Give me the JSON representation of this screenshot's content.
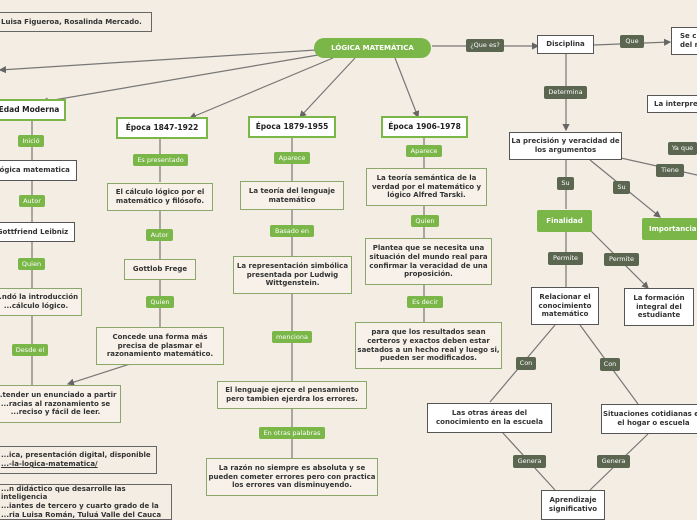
{
  "nodes": {
    "authors": "Luisa Figueroa, Rosalinda Mercado.",
    "root": "LÓGICA MATEMÁTICA",
    "que_es": "¿Que es?",
    "disciplina": "Disciplina",
    "que": "Que",
    "se_cut": "Se c... del r...",
    "determina": "Determina",
    "la_interpre": "La interpre...",
    "precision": "La precisión y veracidad de los argumentos",
    "ya_que": "Ya que",
    "tiene": "Tiene",
    "su1": "Su",
    "su2": "Su",
    "finalidad": "Finalidad",
    "importancia": "Importancia",
    "permite1": "Permite",
    "permite2": "Permite",
    "relacionar": "Relacionar el conocimiento matemático",
    "formacion": "La formación integral del estudiante",
    "con1": "Con",
    "con2": "Con",
    "otras_areas": "Las otras áreas del conocimiento en la escuela",
    "situaciones": "Situaciones cotidianas en el hogar o escuela",
    "genera1": "Genera",
    "genera2": "Genera",
    "aprendizaje": "Aprendizaje significativo",
    "edad_moderna": "Edad Moderna",
    "inicio": "Inició",
    "logica_mat": "lógica matematica",
    "autor1": "Autor",
    "leibniz": "Gottfriend Leibniz",
    "quien1": "Quien",
    "introduccion": "...ndó la introducción ...cálculo lógico.",
    "desde": "Desde el",
    "entender": "...tender un enunciado a partir ...racias al razonamiento se ...reciso y fácil de leer.",
    "epoca1": "Época 1847-1922",
    "es_presentado": "Es presentado",
    "calculo": "El cálculo lógico por el matemático y filósofo.",
    "autor2": "Autor",
    "frege": "Gottlob Frege",
    "quien2": "Quien",
    "concede": "Concede una forma más precisa de plasmar el razonamiento matemático.",
    "epoca2": "Época 1879-1955",
    "aparece1": "Aparece",
    "teoria": "La teoría del lenguaje matemático",
    "basado": "Basado en",
    "representacion": "La representación simbólica presentada por Ludwig Wittgenstein.",
    "menciona": "menciona",
    "lenguaje": "El lenguaje ejerce el pensamiento pero tambien ejerdra los errores.",
    "en_otras": "En otras palabras",
    "razon": "La razón no siempre es absoluta y se pueden cometer errores pero con practica los errores van disminuyendo.",
    "epoca3": "Época 1906-1978",
    "aparece2": "Aparece",
    "semantica": "La teoría semántica de la verdad por el matemático y lógico Alfred Tarski.",
    "quien3": "Quien",
    "plantea": "Plantea que se necesita una situación del mundo real para confirmar la veracidad de una proposición.",
    "es_decir": "Es decir",
    "para_que": "para que los resultados sean certeros y exactos deben estar saetados a un hecho real y luego si, pueden ser modificados.",
    "ref1_line1": "...ica, presentación digital, disponible",
    "ref1_line2": "...-la-logica-matematica/",
    "ref2_line1": "...n didáctico que desarrolle las inteligencia",
    "ref2_line2": "...iantes de tercero y cuarto grado de la",
    "ref2_line3": "...ria Luisa Román, Tuluá Valle del Cauca"
  },
  "colors": {
    "background": "#f4ede4",
    "accent_green": "#7ab648",
    "dark_label": "#5a6650",
    "line": "#666666"
  }
}
